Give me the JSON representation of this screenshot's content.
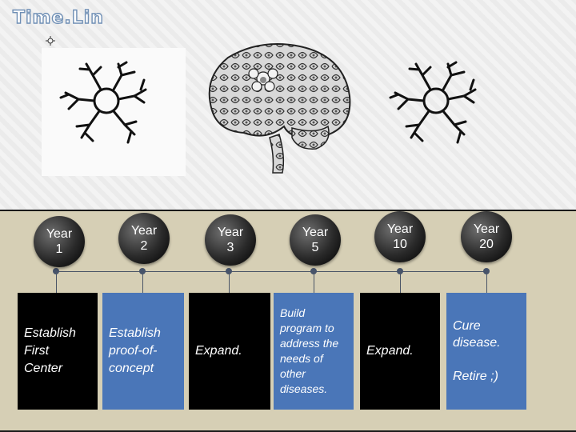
{
  "title": "Time.Lin",
  "milestones": [
    {
      "year": "Year\n1",
      "text": "Establish\nFirst\nCenter"
    },
    {
      "year": "Year\n2",
      "text": "Establish\nproof-of-\nconcept"
    },
    {
      "year": "Year\n3",
      "text": "Expand."
    },
    {
      "year": "Year\n5",
      "text": "Build\nprogram to\naddress the\nneeds of\nother\ndiseases."
    },
    {
      "year": "Year\n10",
      "text": "Expand."
    },
    {
      "year": "Year\n20",
      "text": "Cure\ndisease.\n\nRetire ;)"
    }
  ],
  "colors": {
    "dark_card": "#000000",
    "blue_card": "#4a76b8",
    "timeline_bg": "#d6cfb5",
    "title_outline": "#6f8fb5"
  },
  "icons": [
    "neuron-icon",
    "brain-image",
    "neuron-icon"
  ]
}
